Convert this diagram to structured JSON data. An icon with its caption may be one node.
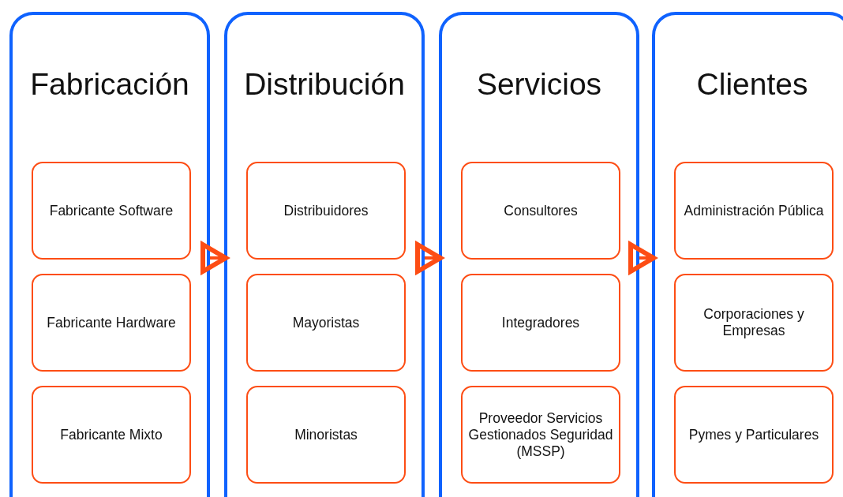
{
  "diagram": {
    "nodes": [
      {
        "text": [
          "Fabricación"
        ]
      },
      {
        "text": [
          "Fabricante Software"
        ],
        "in": 0
      },
      {
        "text": [
          "Fabricante Hardware"
        ],
        "in": 0
      },
      {
        "text": [
          "Fabricante Mixto"
        ],
        "in": 0
      },
      {
        "text": [
          "Distribución"
        ]
      },
      {
        "text": [
          "Distribuidores"
        ],
        "in": 4
      },
      {
        "text": [
          "Mayoristas"
        ],
        "in": 4
      },
      {
        "text": [
          "Minoristas"
        ],
        "in": 4
      },
      {
        "text": [
          "Servicios"
        ]
      },
      {
        "text": [
          "Consultores"
        ],
        "in": 8
      },
      {
        "text": [
          "Integradores"
        ],
        "in": 8
      },
      {
        "text": [
          "Proveedor Servicios Gestionados Seguridad (MSSP)"
        ],
        "in": 8
      },
      {
        "text": [
          "Clientes"
        ]
      },
      {
        "text": [
          "Administración Pública"
        ],
        "in": 12
      },
      {
        "text": [
          "Corporaciones y Empresas"
        ],
        "in": 12
      },
      {
        "text": [
          "Pymes y Particulares"
        ],
        "in": 12
      }
    ],
    "edges": [
      {
        "from": 0,
        "to": 4,
        "arrow": "to"
      },
      {
        "from": 4,
        "to": 8,
        "arrow": "to"
      },
      {
        "from": 8,
        "to": 12,
        "arrow": "to"
      }
    ]
  }
}
